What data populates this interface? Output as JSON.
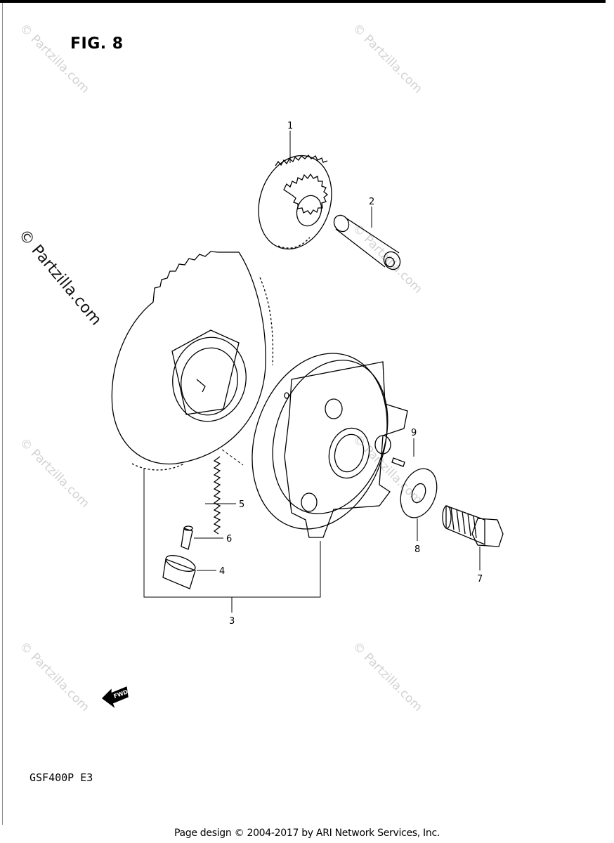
{
  "figure": {
    "title": "FIG. 8"
  },
  "model_code": "GSF400P  E3",
  "footer": "Page design © 2004-2017 by ARI Network Services, Inc.",
  "watermark": {
    "text": "© Partzilla.com"
  },
  "callouts": [
    "1",
    "2",
    "3",
    "4",
    "5",
    "6",
    "7",
    "8",
    "9"
  ],
  "fwd_label": "FWD"
}
